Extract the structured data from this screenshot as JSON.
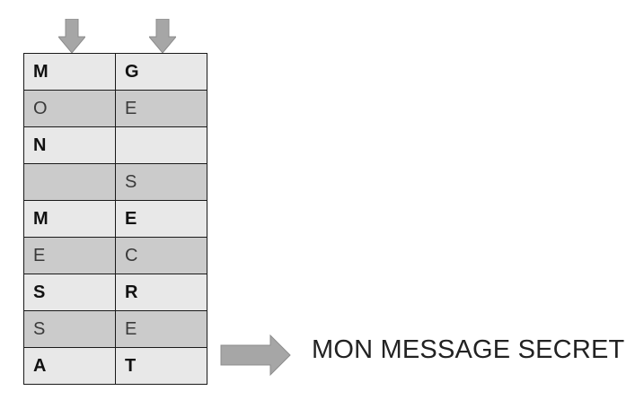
{
  "grid": {
    "rows": [
      [
        "M",
        "G"
      ],
      [
        "O",
        "E"
      ],
      [
        "N",
        ""
      ],
      [
        "",
        "S"
      ],
      [
        "M",
        "E"
      ],
      [
        "E",
        "C"
      ],
      [
        "S",
        "R"
      ],
      [
        "S",
        "E"
      ],
      [
        "A",
        "T"
      ]
    ],
    "row_shading": [
      "light",
      "dark",
      "light",
      "dark",
      "light",
      "dark",
      "light",
      "dark",
      "light"
    ]
  },
  "result_text": "MON MESSAGE SECRET",
  "colors": {
    "arrow_fill": "#a6a6a6",
    "arrow_stroke": "#8c8c8c",
    "row_light": "#e8e8e8",
    "row_dark": "#cbcbcb",
    "border": "#1a1a1a"
  },
  "icons": {
    "column_markers": "arrow-down-icon",
    "output": "arrow-right-icon"
  }
}
